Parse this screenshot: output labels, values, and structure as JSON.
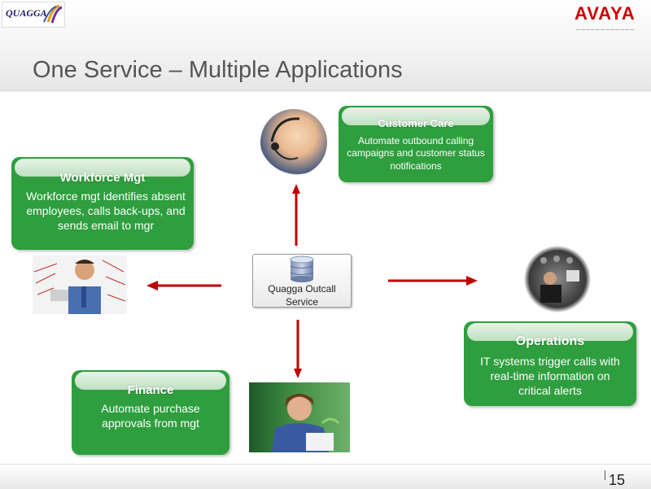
{
  "header": {
    "title": "One Service – Multiple Applications",
    "logo_left": "QUAGGA",
    "logo_right": "AVAYA"
  },
  "center": {
    "label_line1": "Quagga Outcall",
    "label_line2": "Service",
    "icon": "database-icon"
  },
  "boxes": {
    "customer_care": {
      "title": "Customer Care",
      "text": "Automate outbound calling campaigns and customer status notifications"
    },
    "workforce": {
      "title": "Workforce Mgt",
      "text": "Workforce mgt identifies absent employees, calls back-ups, and sends email to mgr"
    },
    "operations": {
      "title": "Operations",
      "text": "IT systems trigger  calls with real-time information on critical alerts"
    },
    "finance": {
      "title": "Finance",
      "text": "Automate purchase approvals from mgt"
    }
  },
  "colors": {
    "box_green": "#2e9e3e",
    "arrow_red": "#c00000",
    "avaya_red": "#cc0000"
  },
  "footer": {
    "page_number": "15"
  }
}
